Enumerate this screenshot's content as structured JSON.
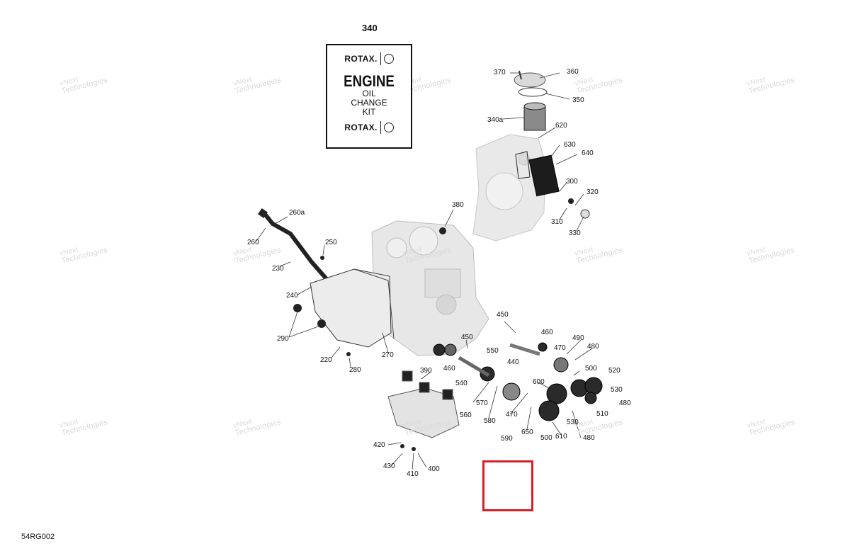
{
  "kit": {
    "number": "340",
    "brand_top": "ROTAX.",
    "title": "ENGINE",
    "line1": "OIL",
    "line2": "CHANGE",
    "line3": "KIT",
    "brand_bottom": "ROTAX."
  },
  "diagram_id": "54RG002",
  "watermark": {
    "line1": "vNext",
    "line2": "Technologies"
  },
  "callouts": {
    "c370": "370",
    "c360": "360",
    "c350": "350",
    "c340a": "340a",
    "c620": "620",
    "c630": "630",
    "c640": "640",
    "c300": "300",
    "c320": "320",
    "c310": "310",
    "c330": "330",
    "c380": "380",
    "c260a": "260a",
    "c260": "260",
    "c250": "250",
    "c230": "230",
    "c240": "240",
    "c290": "290",
    "c220": "220",
    "c280": "280",
    "c270": "270",
    "c450a": "450",
    "c450b": "450",
    "c460a": "460",
    "c460b": "460",
    "c440": "440",
    "c470a": "470",
    "c470b": "470",
    "c490": "490",
    "c480a": "480",
    "c480b": "480",
    "c480c": "480",
    "c550": "550",
    "c390": "390",
    "c540": "540",
    "c500a": "500",
    "c500b": "500",
    "c520": "520",
    "c600": "600",
    "c530a": "530",
    "c530b": "530",
    "c510": "510",
    "c570": "570",
    "c560": "560",
    "c580": "580",
    "c590": "590",
    "c650": "650",
    "c610": "610",
    "c420": "420",
    "c430": "430",
    "c410": "410",
    "c400": "400"
  },
  "colors": {
    "outline": "#111111",
    "part_fill": "#e6e6e6",
    "part_dark": "#1c1c1c",
    "highlight_box": "#d81f26"
  }
}
